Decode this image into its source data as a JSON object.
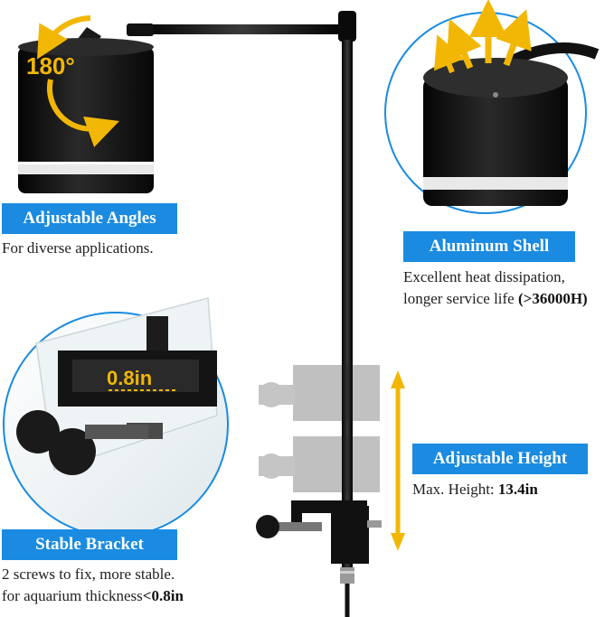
{
  "colors": {
    "badge_blue": "#1a8be0",
    "arrow_yellow": "#f2b705",
    "product_black": "#111111",
    "caption_text": "#222222"
  },
  "icons": [
    "rotation-arrow-icon",
    "heat-arrow-icon",
    "height-arrow-icon"
  ],
  "annotations": {
    "rotation": "180°",
    "thickness": "0.8in"
  },
  "features": {
    "angles": {
      "title": "Adjustable Angles",
      "line1": "For diverse applications."
    },
    "shell": {
      "title": "Aluminum Shell",
      "line1": "Excellent heat dissipation,",
      "line2_text": "longer service life ",
      "line2_bold": "(>36000H)"
    },
    "bracket": {
      "title": "Stable Bracket",
      "line1": "2 screws to fix, more stable.",
      "line2_text": "for aquarium thickness",
      "line2_bold": "<0.8in"
    },
    "height": {
      "title": "Adjustable Height",
      "line1_text": "Max. Height: ",
      "line1_bold": "13.4in"
    }
  }
}
